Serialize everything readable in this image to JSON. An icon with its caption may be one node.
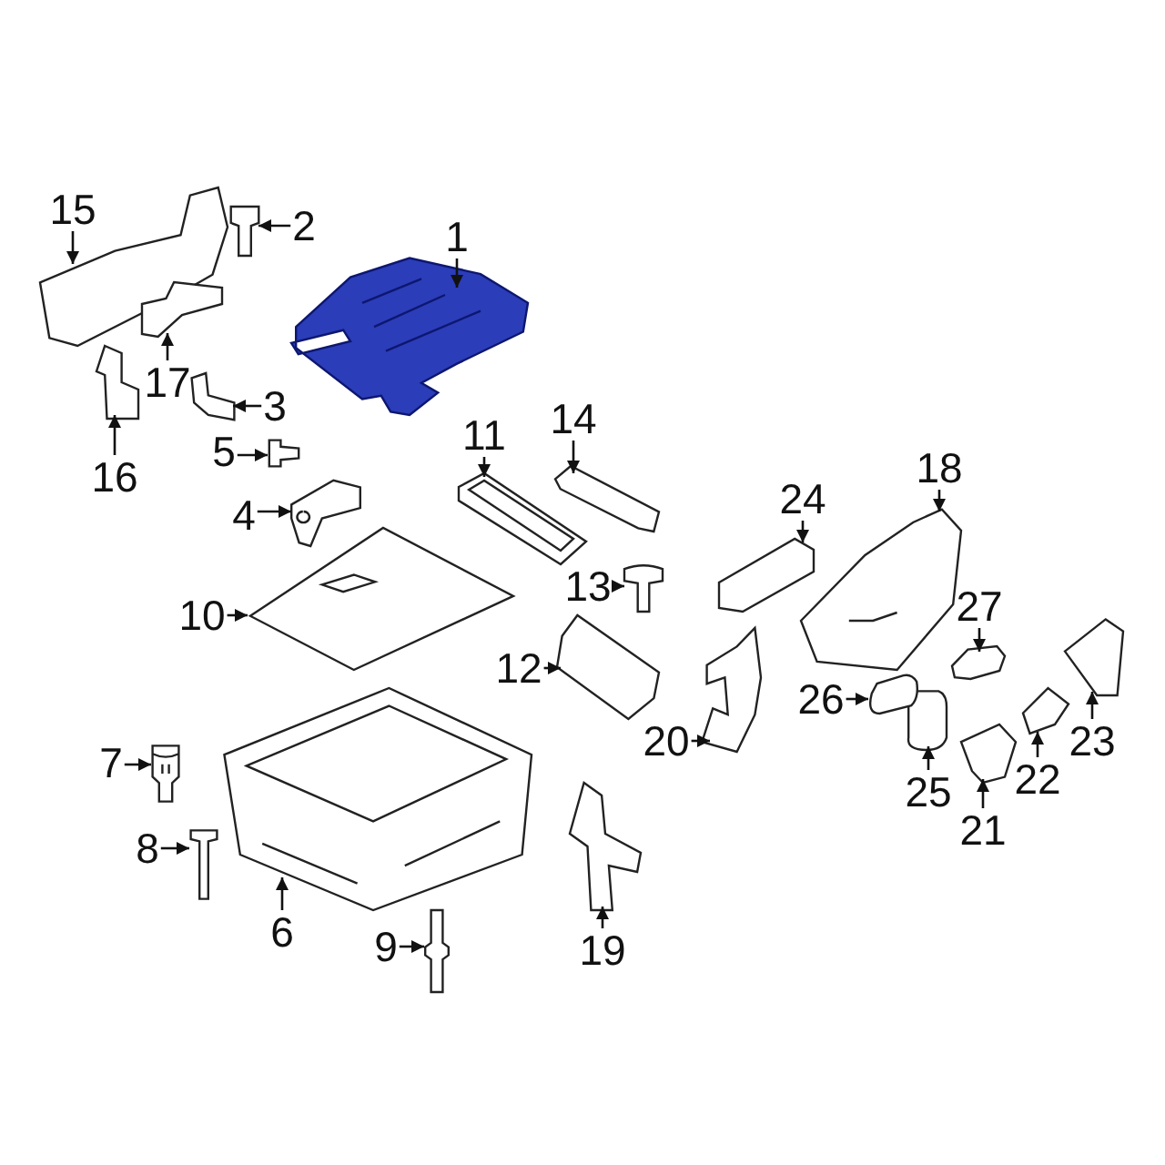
{
  "diagram": {
    "nodes": [
      {
        "text": [
          "1"
        ]
      },
      {
        "text": [
          "2"
        ]
      },
      {
        "text": [
          "3"
        ]
      },
      {
        "text": [
          "4"
        ]
      },
      {
        "text": [
          "5"
        ]
      },
      {
        "text": [
          "6"
        ]
      },
      {
        "text": [
          "7"
        ]
      },
      {
        "text": [
          "8"
        ]
      },
      {
        "text": [
          "9"
        ]
      },
      {
        "text": [
          "10"
        ]
      },
      {
        "text": [
          "11"
        ]
      },
      {
        "text": [
          "12"
        ]
      },
      {
        "text": [
          "13"
        ]
      },
      {
        "text": [
          "14"
        ]
      },
      {
        "text": [
          "15"
        ]
      },
      {
        "text": [
          "16"
        ]
      },
      {
        "text": [
          "17"
        ]
      },
      {
        "text": [
          "18"
        ]
      },
      {
        "text": [
          "19"
        ]
      },
      {
        "text": [
          "20"
        ]
      },
      {
        "text": [
          "21"
        ]
      },
      {
        "text": [
          "22"
        ]
      },
      {
        "text": [
          "23"
        ]
      },
      {
        "text": [
          "24"
        ]
      },
      {
        "text": [
          "25"
        ]
      },
      {
        "text": [
          "26"
        ]
      },
      {
        "text": [
          "27"
        ]
      },
      {
        "text": [],
        "shape": "picture"
      },
      {
        "text": [],
        "shape": "picture"
      },
      {
        "text": [],
        "shape": "picture"
      },
      {
        "text": [],
        "shape": "picture"
      },
      {
        "text": [],
        "shape": "picture"
      },
      {
        "text": [],
        "shape": "picture"
      },
      {
        "text": [],
        "shape": "picture"
      },
      {
        "text": [],
        "shape": "picture"
      },
      {
        "text": [],
        "shape": "picture"
      },
      {
        "text": [],
        "shape": "picture"
      },
      {
        "text": [],
        "shape": "picture"
      },
      {
        "text": [],
        "shape": "picture"
      },
      {
        "text": [],
        "shape": "picture"
      },
      {
        "text": [],
        "shape": "picture"
      },
      {
        "text": [],
        "shape": "picture"
      },
      {
        "text": [],
        "shape": "picture"
      },
      {
        "text": [],
        "shape": "picture"
      },
      {
        "text": [],
        "shape": "picture"
      },
      {
        "text": [],
        "shape": "picture"
      },
      {
        "text": [],
        "shape": "picture"
      },
      {
        "text": [],
        "shape": "picture"
      },
      {
        "text": [],
        "shape": "picture"
      },
      {
        "text": [],
        "shape": "picture"
      },
      {
        "text": [],
        "shape": "picture"
      },
      {
        "text": [],
        "shape": "picture"
      },
      {
        "text": [],
        "shape": "picture"
      },
      {
        "text": [],
        "shape": "picture"
      }
    ],
    "edges": [
      {
        "from": 0,
        "to": 27,
        "arrow": "to"
      },
      {
        "from": 1,
        "to": 28,
        "arrow": "to"
      },
      {
        "from": 2,
        "to": 29,
        "arrow": "to"
      },
      {
        "from": 3,
        "to": 30,
        "arrow": "to"
      },
      {
        "from": 4,
        "to": 31,
        "arrow": "to"
      },
      {
        "from": 5,
        "to": 32,
        "arrow": "to"
      },
      {
        "from": 6,
        "to": 33,
        "arrow": "to"
      },
      {
        "from": 7,
        "to": 34,
        "arrow": "to"
      },
      {
        "from": 8,
        "to": 35,
        "arrow": "to"
      },
      {
        "from": 9,
        "to": 36,
        "arrow": "to"
      },
      {
        "from": 10,
        "to": 37,
        "arrow": "to"
      },
      {
        "from": 11,
        "to": 38,
        "arrow": "to"
      },
      {
        "from": 12,
        "to": 39,
        "arrow": "to"
      },
      {
        "from": 13,
        "to": 40,
        "arrow": "to"
      },
      {
        "from": 14,
        "to": 41,
        "arrow": "to"
      },
      {
        "from": 15,
        "to": 42,
        "arrow": "to"
      },
      {
        "from": 16,
        "to": 43,
        "arrow": "to"
      },
      {
        "from": 17,
        "to": 44,
        "arrow": "to"
      },
      {
        "from": 18,
        "to": 45,
        "arrow": "to"
      },
      {
        "from": 19,
        "to": 46,
        "arrow": "to"
      },
      {
        "from": 20,
        "to": 47,
        "arrow": "to"
      },
      {
        "from": 21,
        "to": 48,
        "arrow": "to"
      },
      {
        "from": 22,
        "to": 49,
        "arrow": "to"
      },
      {
        "from": 23,
        "to": 50,
        "arrow": "to"
      },
      {
        "from": 24,
        "to": 51,
        "arrow": "to"
      },
      {
        "from": 25,
        "to": 52,
        "arrow": "to"
      },
      {
        "from": 26,
        "to": 53,
        "arrow": "to"
      }
    ]
  }
}
